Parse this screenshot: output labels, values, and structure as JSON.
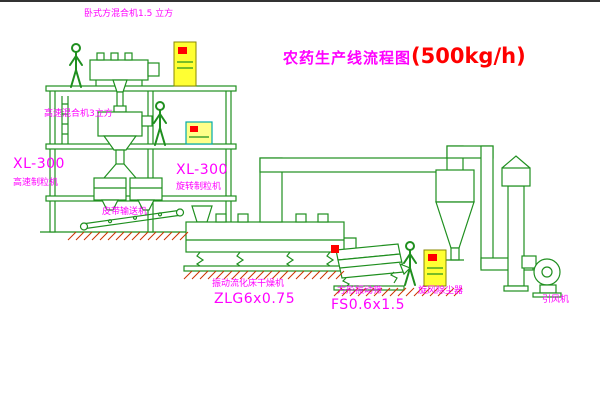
{
  "title": {
    "main": "农药生产线流程图",
    "capacity": "(500kg/h)"
  },
  "labels": {
    "top_mixer": "卧式方混合机1.5 立方",
    "mixer2": "高速混合机3立方",
    "xl300_left": "XL-300",
    "granulator_left": "高速制粒机",
    "xl300_center": "XL-300",
    "granulator_center": "旋转制粒机",
    "conveyor": "皮带输送机",
    "dryer": "振动流化床干燥机",
    "dryer_model": "ZLG6x0.75",
    "screen": "方形振动筛",
    "screen_model": "FS0.6x1.5",
    "cyclone": "旋风除尘器",
    "fan": "引风机"
  },
  "colors": {
    "line": "#1f8f1f",
    "label": "#ff00ff",
    "capacity": "#ff0000",
    "hatch": "#cc3300",
    "cabinet": "#ffff33",
    "cyan": "#00aaaa"
  }
}
